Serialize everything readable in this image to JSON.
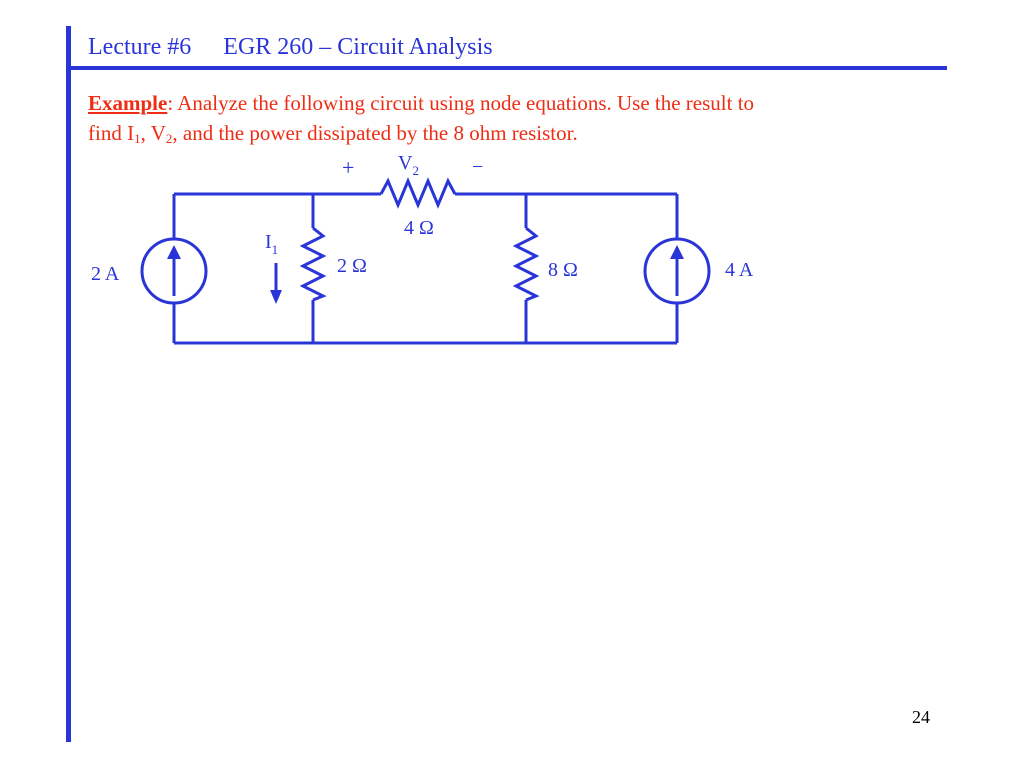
{
  "header": {
    "lecture": "Lecture #6",
    "course": "EGR 260 – Circuit Analysis"
  },
  "problem": {
    "keyword": "Example",
    "line1_rest": ":  Analyze the following circuit using node equations.  Use the result to",
    "line2_a": "find I",
    "line2_b": ", V",
    "line2_c": ", and the power dissipated by the 8 ohm resistor.",
    "sub1": "1",
    "sub2": "2"
  },
  "circuit": {
    "source_left": "2 A",
    "source_right": "4 A",
    "r_series": "4 Ω",
    "r_left": "2 Ω",
    "r_right": "8 Ω",
    "voltage_symbol": "V",
    "voltage_sub": "2",
    "plus": "+",
    "minus": "−",
    "current_symbol": "I",
    "current_sub": "1"
  },
  "colors": {
    "accent": "#2a35d8",
    "text_red": "#ee2d14"
  },
  "footer": {
    "page_number": "24"
  }
}
